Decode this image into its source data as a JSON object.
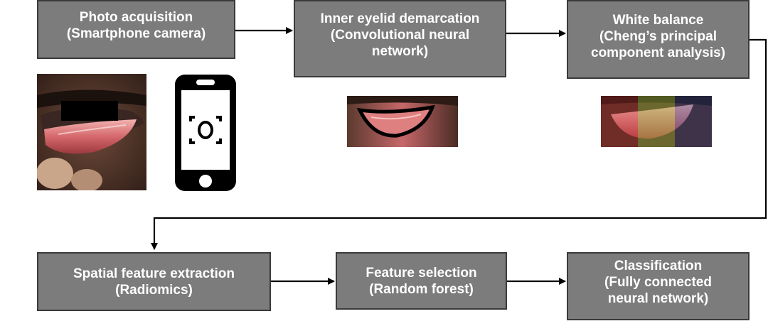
{
  "diagram": {
    "steps": [
      {
        "label": "Photo acquisition\n(Smartphone camera)"
      },
      {
        "label": "Inner eyelid demarcation\n(Convolutional neural\nnetwork)"
      },
      {
        "label": "White balance\n(Cheng’s principal\ncomponent analysis)"
      },
      {
        "label": "Spatial feature extraction\n(Radiomics)"
      },
      {
        "label": "Feature selection\n(Random forest)"
      },
      {
        "label": "Classification\n(Fully connected\nneural network)"
      }
    ],
    "icons": {
      "phone": "smartphone-camera-icon"
    },
    "colors": {
      "box_fill": "#7c7c7c",
      "box_border": "#3a3a3a",
      "box_text": "#ffffff",
      "arrow": "#000000"
    }
  }
}
